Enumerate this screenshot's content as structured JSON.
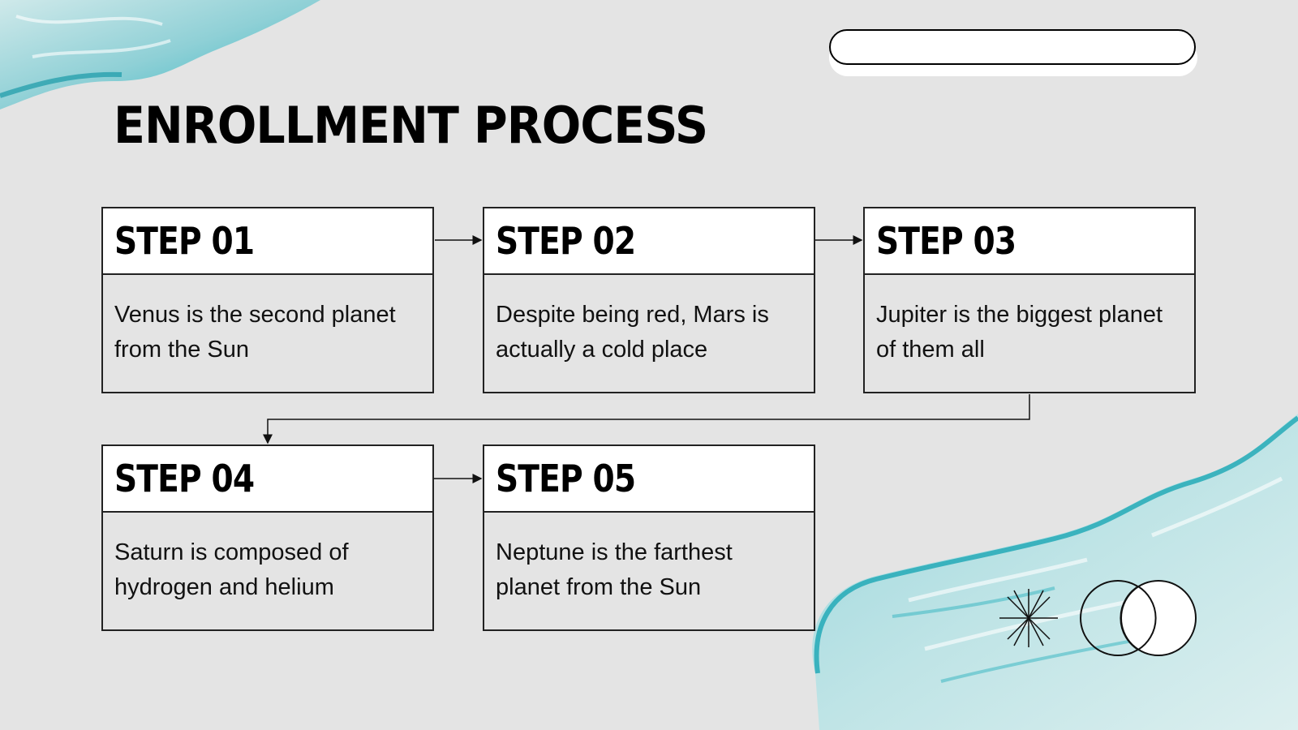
{
  "title": "ENROLLMENT PROCESS",
  "steps": [
    {
      "label": "STEP 01",
      "text": "Venus is the second planet from the Sun"
    },
    {
      "label": "STEP 02",
      "text": "Despite being red, Mars is actually a cold place"
    },
    {
      "label": "STEP 03",
      "text": "Jupiter is the biggest planet of them all"
    },
    {
      "label": "STEP 04",
      "text": "Saturn is composed of hydrogen and helium"
    },
    {
      "label": "STEP 05",
      "text": "Neptune is the farthest planet from the Sun"
    }
  ],
  "colors": {
    "background": "#e4e4e4",
    "water": "#7fc9cf",
    "accent": "#1aa6b4"
  }
}
